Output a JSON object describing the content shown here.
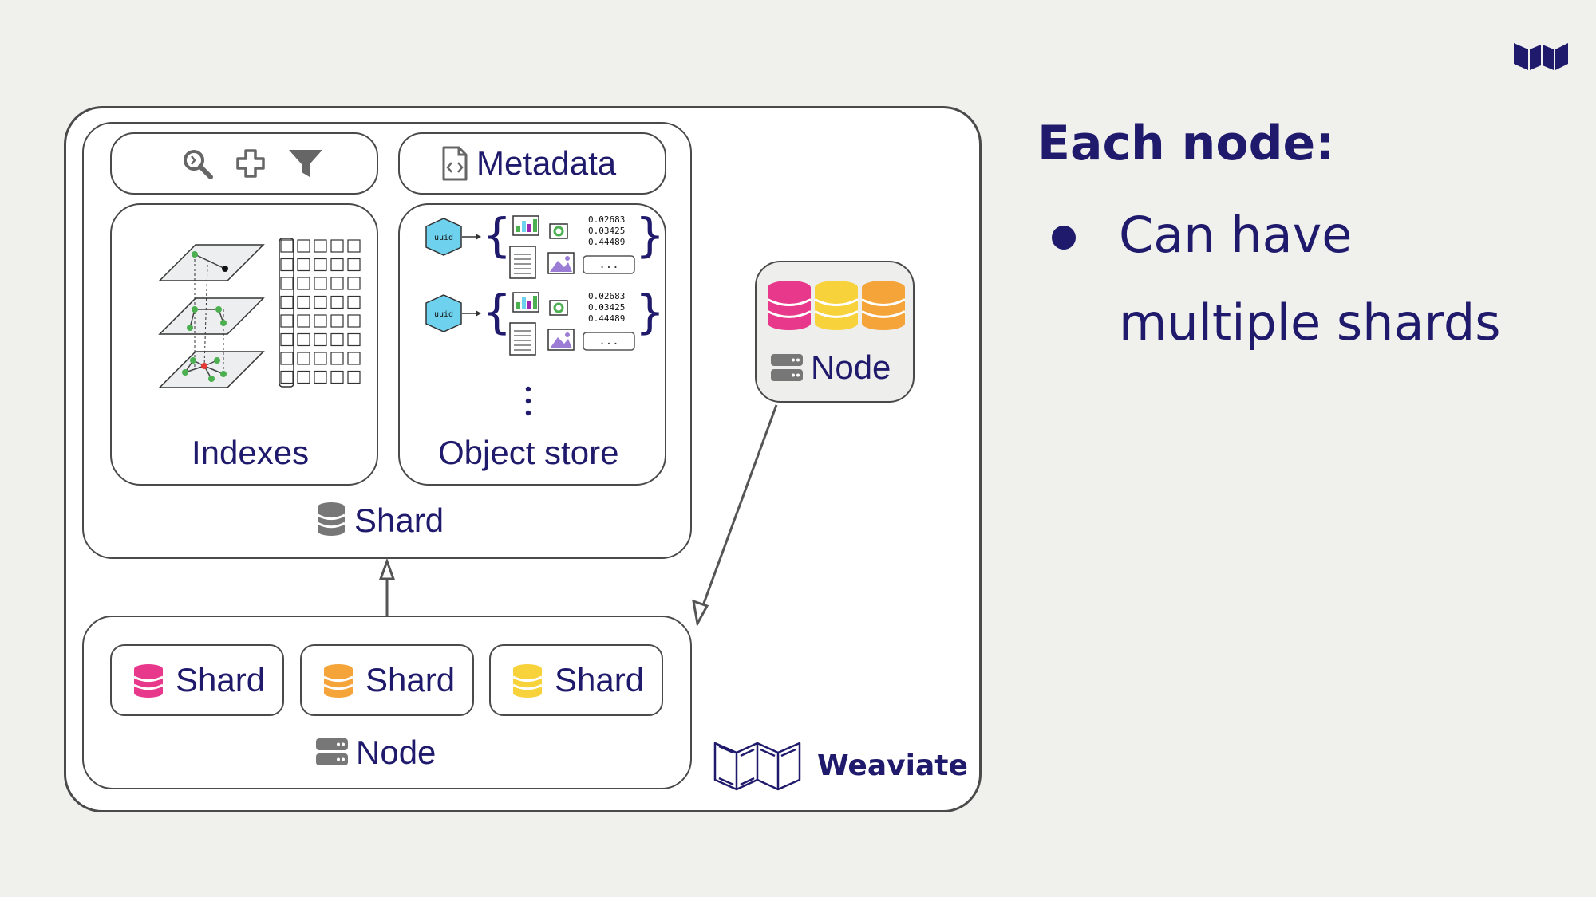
{
  "slide": {
    "title": "Each node:",
    "bullets": [
      "Can have multiple shards"
    ]
  },
  "diagram": {
    "metadata_label": "Metadata",
    "indexes_label": "Indexes",
    "object_store_label": "Object store",
    "shard_label": "Shard",
    "node_label": "Node",
    "node_shards": [
      {
        "label": "Shard",
        "color": "#e8388b"
      },
      {
        "label": "Shard",
        "color": "#f5a43a"
      },
      {
        "label": "Shard",
        "color": "#f7d23a"
      }
    ],
    "side_node_label": "Node",
    "side_node_colors": [
      "#e8388b",
      "#f7d23a",
      "#f5a43a"
    ],
    "object_rows": [
      {
        "uuid": "uuid",
        "vector": [
          "0.02683",
          "0.03425",
          "0.44489"
        ],
        "more": "..."
      },
      {
        "uuid": "uuid",
        "vector": [
          "0.02683",
          "0.03425",
          "0.44489"
        ],
        "more": "..."
      }
    ],
    "icons": [
      "search-icon",
      "plus-icon",
      "filter-icon"
    ]
  },
  "brand": {
    "name": "Weaviate",
    "color": "#1f1a6b"
  }
}
